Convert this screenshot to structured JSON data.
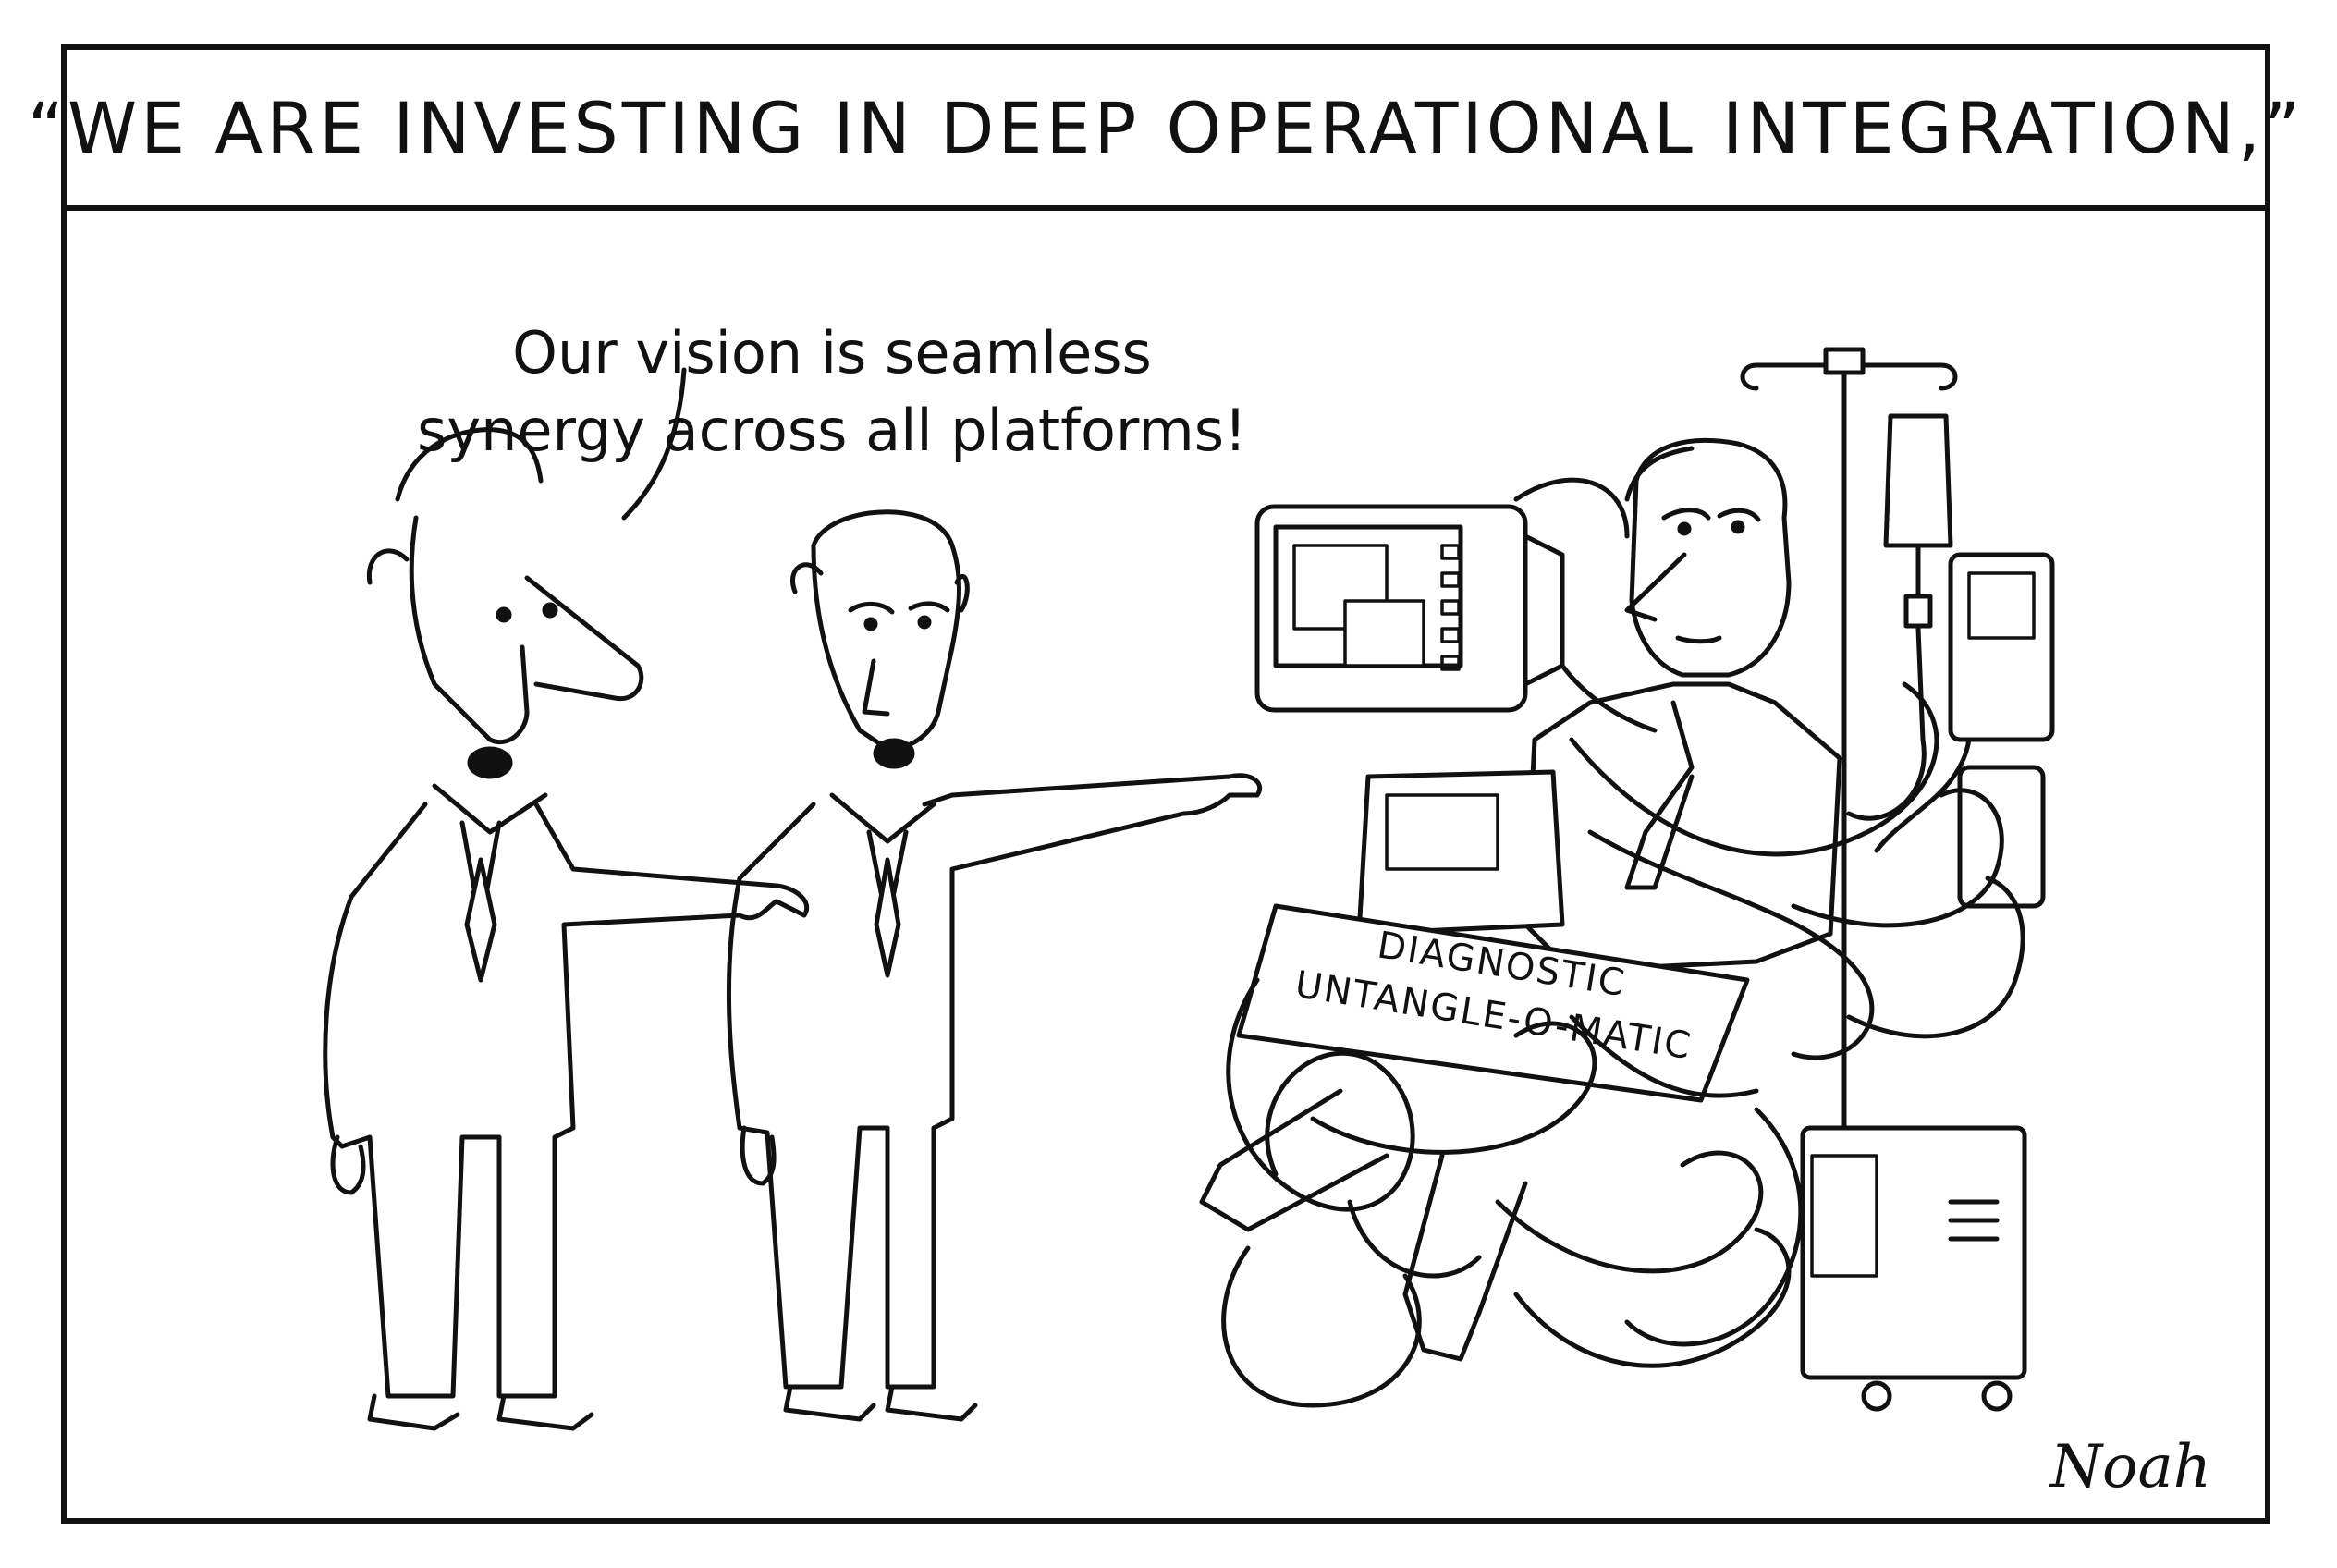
{
  "caption": "“WE ARE INVESTING IN DEEP OPERATIONAL INTEGRATION,”",
  "speech": {
    "line1": "Our vision is seamless",
    "line2": "synergy across all platforms!"
  },
  "machine_label": {
    "line1": "DIAGNOSTIC",
    "line2": "UNTANGLE-O-MATIC"
  },
  "signature": "Noah",
  "colors": {
    "ink": "#111111",
    "paper": "#ffffff"
  }
}
